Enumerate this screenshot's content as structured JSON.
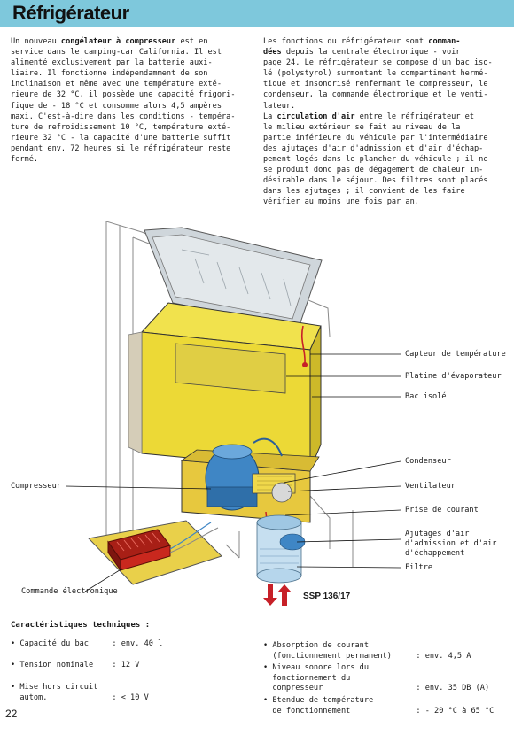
{
  "header": {
    "title": "Réfrigérateur"
  },
  "intro": {
    "l1a": "Un nouveau ",
    "l1b": "congélateur à compresseur",
    "l1c": " est en",
    "l2": "service dans le camping-car California. Il est",
    "l3": "alimenté exclusivement par la batterie auxi-",
    "l4": "liaire. Il fonctionne indépendamment de son",
    "l5": "inclinaison et même avec une température exté-",
    "l6": "rieure de 32 °C, il possède une capacité frigori-",
    "l7": "fique de - 18 °C et consomme alors 4,5 ampères",
    "l8": "maxi. C'est-à-dire dans les conditions - tempéra-",
    "l9": "ture de refroidissement 10 °C, température exté-",
    "l10": "rieure 32 °C - la capacité d'une batterie suffit",
    "l11": "pendant env. 72 heures si le réfrigérateur reste",
    "l12": "fermé."
  },
  "functions": {
    "l1a": "Les fonctions du réfrigérateur sont ",
    "l1b": "comman-",
    "l2a": "dées",
    "l2b": " depuis la centrale électronique - voir",
    "l3": "page 24. Le réfrigérateur se compose d'un bac iso-",
    "l4": "lé (polystyrol) surmontant le compartiment hermé-",
    "l5": "tique et insonorisé renfermant le compresseur, le",
    "l6": "condenseur, la commande électronique et le venti-",
    "l7": "lateur.",
    "l8a": "La ",
    "l8b": "circulation d'air",
    "l8c": " entre le réfrigérateur et",
    "l9": "le milieu extérieur se fait au niveau de la",
    "l10": "partie inférieure du véhicule par l'intermédiaire",
    "l11": "des ajutages d'air d'admission et d'air d'échap-",
    "l12": "pement logés dans le plancher du véhicule ; il ne",
    "l13": "se produit donc pas de dégagement de chaleur in-",
    "l14": "désirable dans le séjour. Des filtres sont placés",
    "l15": "dans les ajutages ; il convient de les faire",
    "l16": "vérifier au moins une fois par an."
  },
  "labels": {
    "sensor": "Capteur de température",
    "evaporator": "Platine d'évaporateur",
    "tank": "Bac isolé",
    "condenser": "Condenseur",
    "fan": "Ventilateur",
    "socket": "Prise de courant",
    "nozzles1": "Ajutages d'air",
    "nozzles2": "d'admission et d'air",
    "nozzles3": "d'échappement",
    "filter": "Filtre",
    "compressor": "Compresseur",
    "control": "Commande électronique"
  },
  "ssp": "SSP 136/17",
  "specs": {
    "title": "Caractéristiques techniques :",
    "left": [
      {
        "label": "Capacité du bac",
        "value": ": env. 40 l"
      },
      {
        "label": "Tension nominale",
        "value": ": 12 V"
      },
      {
        "label1": "Mise hors circuit",
        "label2": "autom.",
        "value": ": < 10 V"
      }
    ],
    "right": {
      "r1a": "Absorption de courant",
      "r1b": "(fonctionnement permanent)",
      "r1v": ": env. 4,5 A",
      "r2a": "Niveau sonore lors du",
      "r2b": "fonctionnement du",
      "r2c": "compresseur",
      "r2v": ": env.  35 DB (A)",
      "r3a": "Etendue de température",
      "r3b": "de fonctionnement",
      "r3v": ": - 20 °C à 65 °C"
    }
  },
  "page_number": "22",
  "colors": {
    "header_band": "#7ec8dc",
    "tank": "#ecd936",
    "condenser_box": "#e7c83e",
    "control_unit": "#c9281e",
    "compressor": "#3f86c5",
    "arrow": "#c72028"
  }
}
